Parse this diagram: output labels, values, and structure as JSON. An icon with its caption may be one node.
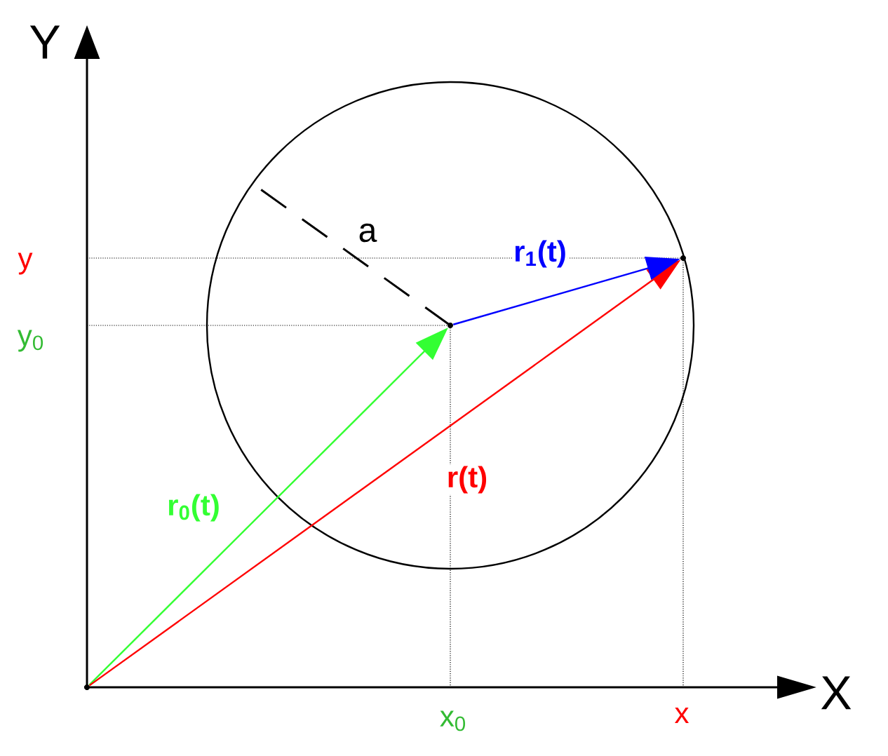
{
  "diagram": {
    "nodes": [
      {
        "text": [],
        "shape": "point"
      },
      {
        "text": [],
        "shape": "point"
      },
      {
        "text": [],
        "shape": "point"
      }
    ],
    "edges": [
      {
        "from": 0,
        "to": 1,
        "arrow": "to",
        "label": "r$_{0}$(t)",
        "color": "#33ff33"
      },
      {
        "from": 0,
        "to": 2,
        "arrow": "to",
        "label": "r(t)",
        "color": "#ff0000"
      },
      {
        "from": 1,
        "to": 2,
        "arrow": "to",
        "label": "r$_{1}$(t)",
        "color": "#0000ff"
      }
    ],
    "labels": [
      "Y",
      "a",
      "y",
      "y$_{0}$",
      "X",
      "x$_{0}$",
      "x"
    ]
  }
}
